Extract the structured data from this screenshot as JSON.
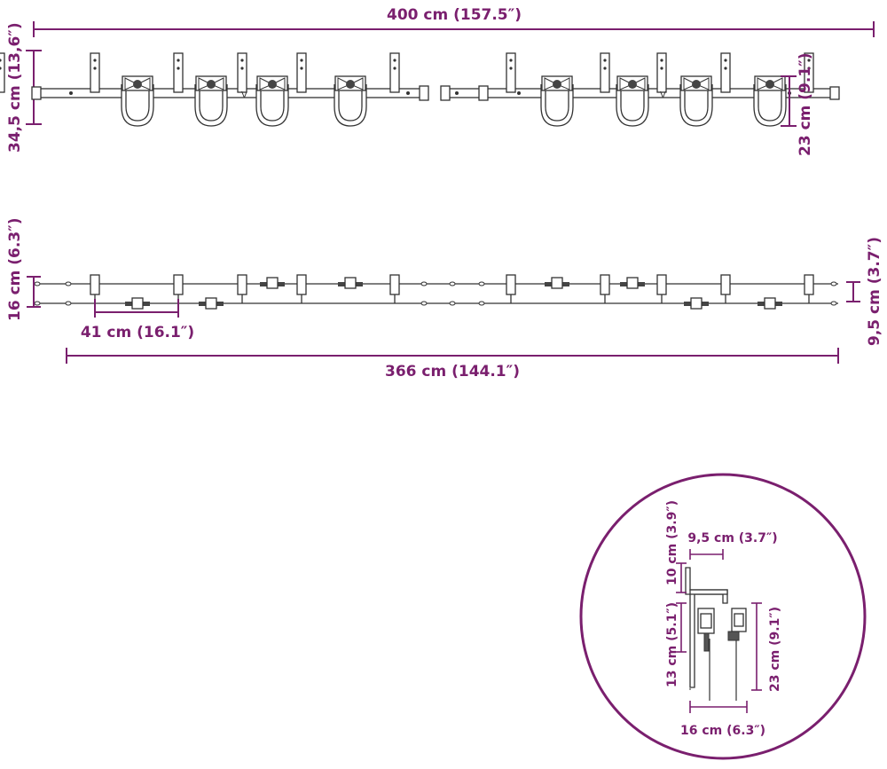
{
  "top_view": {
    "width_label": "400 cm (157.5″)",
    "height_label": "34,5 cm (13,6″)",
    "hanger_label": "23 cm (9.1″)"
  },
  "middle_view": {
    "height_label": "16 cm (6.3″)",
    "spacing_label": "41 cm (16.1″)",
    "rail_length_label": "366 cm (144.1″)",
    "gap_label": "9,5 cm (3.7″)"
  },
  "detail_view": {
    "top_height_label": "10 cm (3.9″)",
    "top_width_label": "9,5 cm (3.7″)",
    "mid_height_label": "13 cm (5.1″)",
    "right_height_label": "23 cm (9.1″)",
    "bottom_width_label": "16 cm (6.3″)"
  },
  "colors": {
    "dimension": "#7a1f6e",
    "line_art": "#333333"
  }
}
